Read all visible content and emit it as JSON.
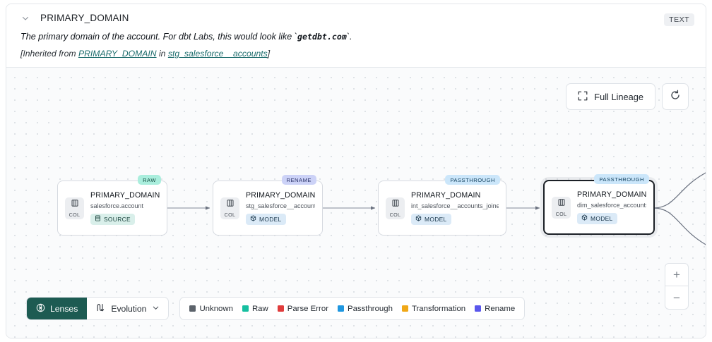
{
  "header": {
    "collapse_icon": "chevron-down-icon",
    "title": "PRIMARY_DOMAIN",
    "type_badge": "TEXT",
    "description_pre": "The primary domain of the account. For dbt Labs, this would look like `",
    "description_code": "getdbt.com",
    "description_post": "`.",
    "inherit_prefix": "[Inherited from ",
    "inherit_link_1": "PRIMARY_DOMAIN",
    "inherit_middle": " in ",
    "inherit_link_2": "stg_salesforce__accounts",
    "inherit_suffix": "]"
  },
  "canvas": {
    "full_lineage_label": "Full Lineage",
    "full_lineage_icon": "expand-icon",
    "refresh_icon": "refresh-icon",
    "zoom_in_label": "+",
    "zoom_out_label": "−"
  },
  "nodes": [
    {
      "badge": "RAW",
      "badge_kind": "raw",
      "col_label": "COL",
      "title": "PRIMARY_DOMAIN__C",
      "subtitle": "salesforce.account",
      "tag": "SOURCE",
      "tag_kind": "source",
      "selected": false
    },
    {
      "badge": "RENAME",
      "badge_kind": "rename",
      "col_label": "COL",
      "title": "PRIMARY_DOMAIN",
      "subtitle": "stg_salesforce__accounts",
      "tag": "MODEL",
      "tag_kind": "model",
      "selected": false
    },
    {
      "badge": "PASSTHROUGH",
      "badge_kind": "passthrough",
      "col_label": "COL",
      "title": "PRIMARY_DOMAIN",
      "subtitle": "int_salesforce__accounts_joined",
      "tag": "MODEL",
      "tag_kind": "model",
      "selected": false
    },
    {
      "badge": "PASSTHROUGH",
      "badge_kind": "passthrough",
      "col_label": "COL",
      "title": "PRIMARY_DOMAIN",
      "subtitle": "dim_salesforce_accounts",
      "tag": "MODEL",
      "tag_kind": "model",
      "selected": true
    }
  ],
  "toolbar": {
    "lenses_label": "Lenses",
    "lenses_icon": "lens-icon",
    "evolution_label": "Evolution",
    "evolution_icon": "evolution-icon",
    "evolution_caret": "chevron-down-icon"
  },
  "legend": [
    {
      "label": "Unknown",
      "color": "#5c636b"
    },
    {
      "label": "Raw",
      "color": "#16bfa0"
    },
    {
      "label": "Parse Error",
      "color": "#e03c3c"
    },
    {
      "label": "Passthrough",
      "color": "#1f97e0"
    },
    {
      "label": "Transformation",
      "color": "#f0a818"
    },
    {
      "label": "Rename",
      "color": "#5a57ec"
    }
  ]
}
